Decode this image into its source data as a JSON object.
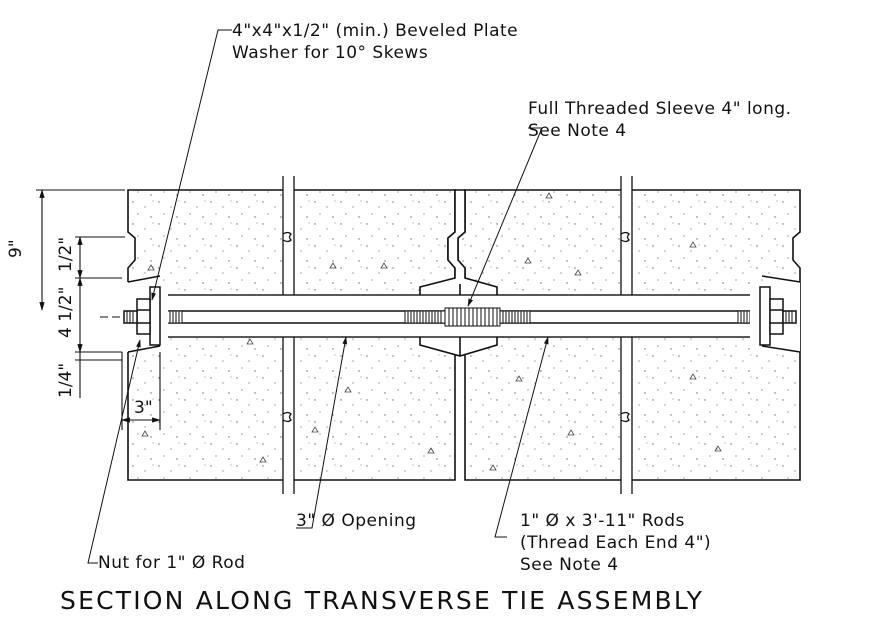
{
  "callouts": {
    "plate_washer": {
      "line1": "4\"x4\"x1/2\" (min.) Beveled Plate",
      "line2": "Washer for 10° Skews"
    },
    "sleeve": {
      "line1": "Full Threaded Sleeve 4\" long.",
      "line2": "See Note 4"
    },
    "opening": "3\" Ø Opening",
    "rods": {
      "line1": "1\" Ø x 3'-11\" Rods",
      "line2": "(Thread Each End 4\")",
      "line3": "See Note 4"
    },
    "nut": "Nut for 1\" Ø Rod"
  },
  "dimensions": {
    "total_height": "9\"",
    "top_half": "1/2\"",
    "middle": "4 1/2\"",
    "bottom_quarter": "1/4\"",
    "edge_offset": "3\""
  },
  "title": "SECTION ALONG TRANSVERSE TIE ASSEMBLY",
  "colors": {
    "ink": "#111111",
    "paper": "#ffffff",
    "stipple": "#555555"
  }
}
